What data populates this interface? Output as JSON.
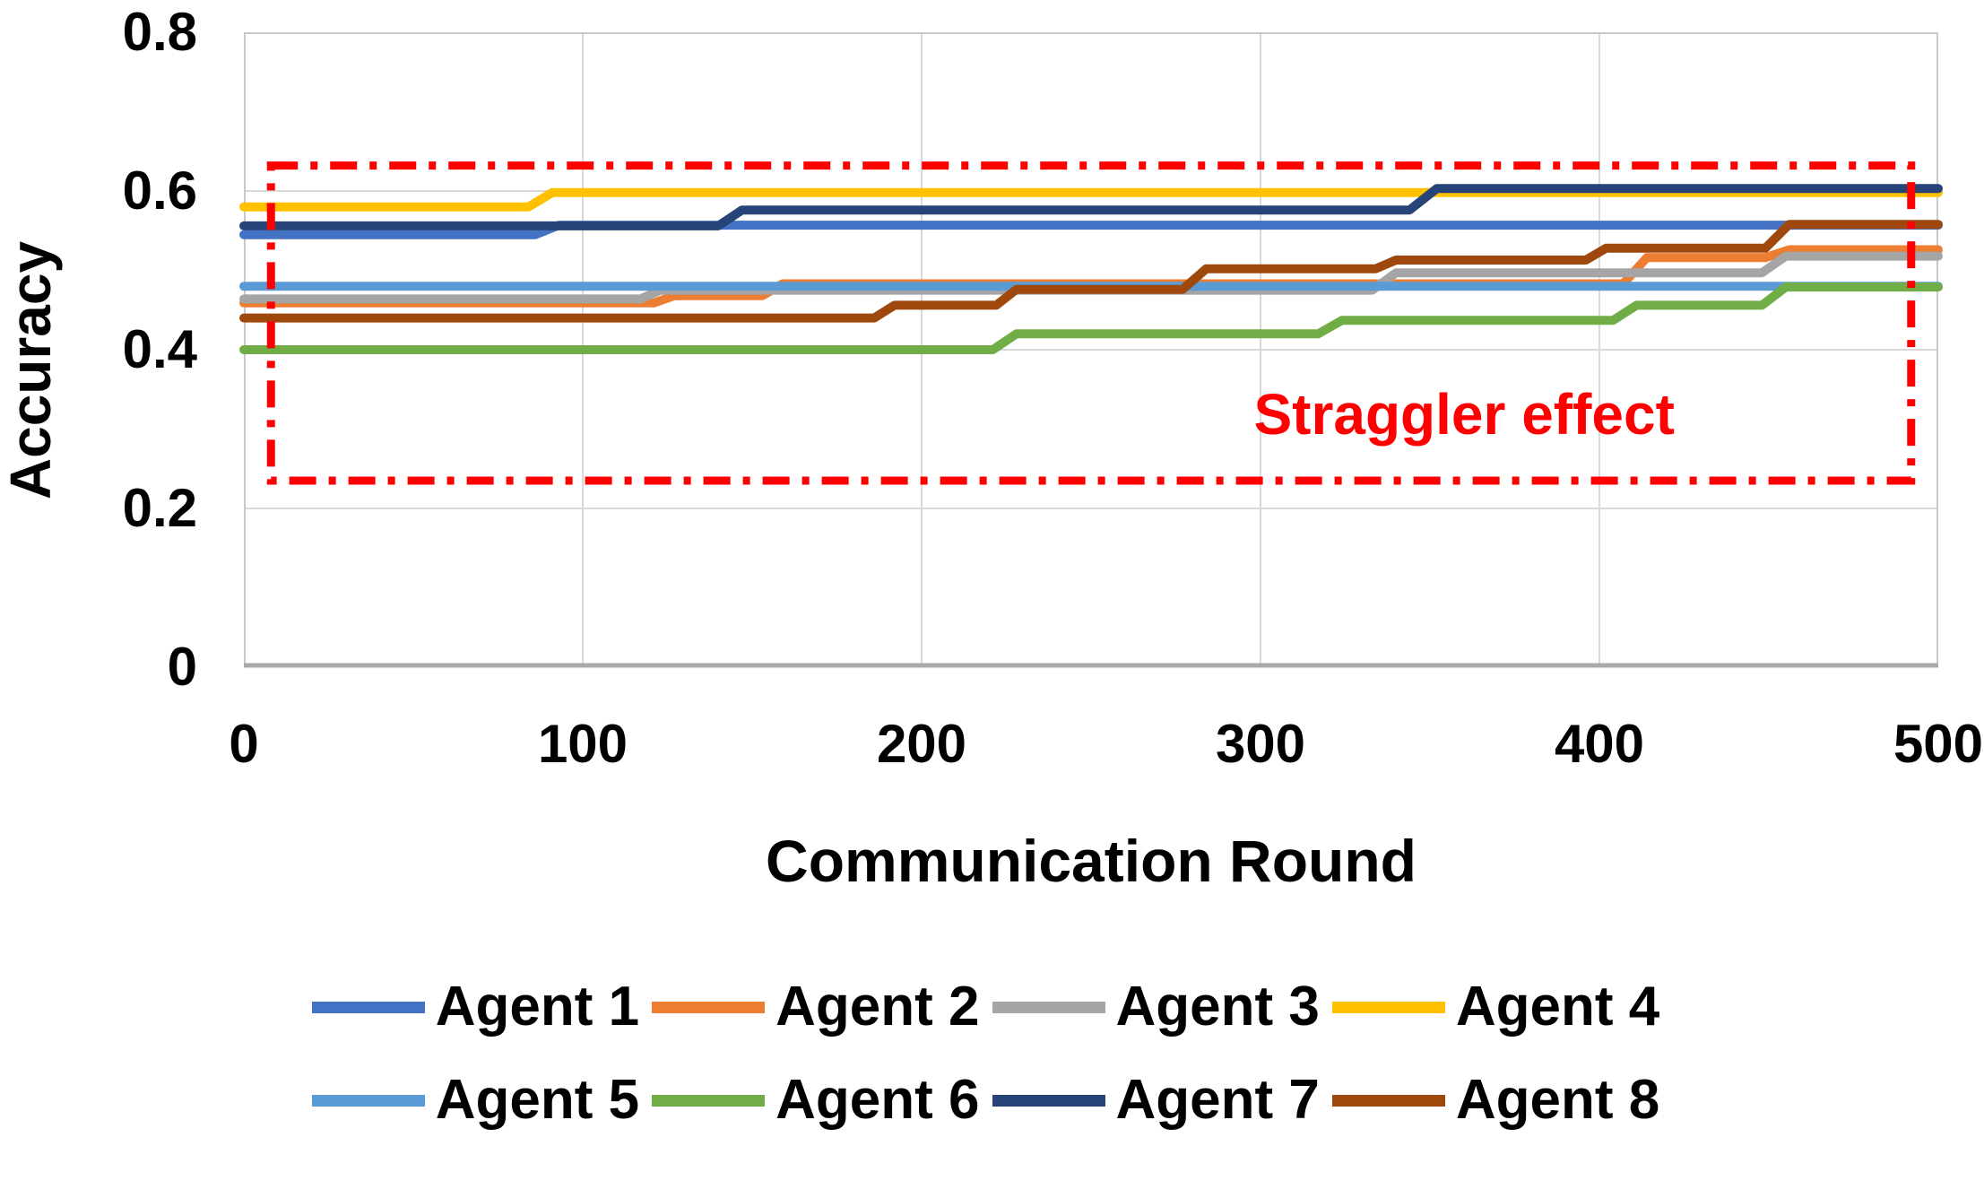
{
  "chart_data": {
    "type": "line",
    "title": "",
    "xlabel": "Communication Round",
    "ylabel": "Accuracy",
    "xlim": [
      0,
      500
    ],
    "ylim": [
      0,
      0.8
    ],
    "grid": true,
    "legend_position": "bottom",
    "xticks": [
      {
        "label": "0",
        "value": 0
      },
      {
        "label": "100",
        "value": 100
      },
      {
        "label": "200",
        "value": 200
      },
      {
        "label": "300",
        "value": 300
      },
      {
        "label": "400",
        "value": 400
      },
      {
        "label": "500",
        "value": 500
      }
    ],
    "yticks": [
      {
        "label": "0",
        "value": 0
      },
      {
        "label": "0.2",
        "value": 0.2
      },
      {
        "label": "0.4",
        "value": 0.4
      },
      {
        "label": "0.6",
        "value": 0.6
      },
      {
        "label": "0.8",
        "value": 0.8
      }
    ],
    "gridline_color": "#d9d9d9",
    "border_color": "#c9c9c9",
    "axis_line_color": "#a9a9a9",
    "series": [
      {
        "name": "Agent 1",
        "color": "#4472c4",
        "points": [
          [
            0,
            0.545
          ],
          [
            86,
            0.545
          ],
          [
            93,
            0.557
          ],
          [
            500,
            0.557
          ]
        ]
      },
      {
        "name": "Agent 2",
        "color": "#ed7d31",
        "points": [
          [
            0,
            0.459
          ],
          [
            121,
            0.459
          ],
          [
            127,
            0.468
          ],
          [
            153,
            0.468
          ],
          [
            159,
            0.483
          ],
          [
            407,
            0.483
          ],
          [
            414,
            0.516
          ],
          [
            449,
            0.516
          ],
          [
            456,
            0.526
          ],
          [
            500,
            0.526
          ]
        ]
      },
      {
        "name": "Agent 3",
        "color": "#a5a5a5",
        "points": [
          [
            0,
            0.464
          ],
          [
            117,
            0.464
          ],
          [
            123,
            0.475
          ],
          [
            333,
            0.475
          ],
          [
            340,
            0.497
          ],
          [
            448,
            0.497
          ],
          [
            455,
            0.518
          ],
          [
            500,
            0.518
          ]
        ]
      },
      {
        "name": "Agent 4",
        "color": "#ffc000",
        "points": [
          [
            0,
            0.58
          ],
          [
            84,
            0.58
          ],
          [
            91,
            0.598
          ],
          [
            500,
            0.598
          ]
        ]
      },
      {
        "name": "Agent 5",
        "color": "#5b9bd5",
        "points": [
          [
            0,
            0.48
          ],
          [
            500,
            0.48
          ]
        ]
      },
      {
        "name": "Agent 6",
        "color": "#70ad47",
        "points": [
          [
            0,
            0.4
          ],
          [
            221,
            0.4
          ],
          [
            228,
            0.42
          ],
          [
            317,
            0.42
          ],
          [
            324,
            0.437
          ],
          [
            404,
            0.437
          ],
          [
            411,
            0.456
          ],
          [
            448,
            0.456
          ],
          [
            455,
            0.479
          ],
          [
            500,
            0.479
          ]
        ]
      },
      {
        "name": "Agent 7",
        "color": "#264478",
        "points": [
          [
            0,
            0.556
          ],
          [
            140,
            0.556
          ],
          [
            147,
            0.576
          ],
          [
            344,
            0.576
          ],
          [
            352,
            0.603
          ],
          [
            500,
            0.603
          ]
        ]
      },
      {
        "name": "Agent 8",
        "color": "#9e480e",
        "points": [
          [
            0,
            0.44
          ],
          [
            186,
            0.44
          ],
          [
            192,
            0.456
          ],
          [
            222,
            0.456
          ],
          [
            228,
            0.476
          ],
          [
            277,
            0.476
          ],
          [
            284,
            0.502
          ],
          [
            334,
            0.502
          ],
          [
            340,
            0.513
          ],
          [
            396,
            0.513
          ],
          [
            402,
            0.528
          ],
          [
            449,
            0.528
          ],
          [
            456,
            0.558
          ],
          [
            500,
            0.558
          ]
        ]
      }
    ],
    "legend_rows": [
      [
        0,
        1,
        2,
        3
      ],
      [
        4,
        5,
        6,
        7
      ]
    ],
    "annotation": {
      "label": "Straggler effect",
      "color": "#ff0000",
      "box": {
        "x0": 8,
        "x1": 492,
        "y0": 0.235,
        "y1": 0.632
      },
      "label_pos": {
        "x": 298,
        "y": 0.36
      }
    }
  }
}
